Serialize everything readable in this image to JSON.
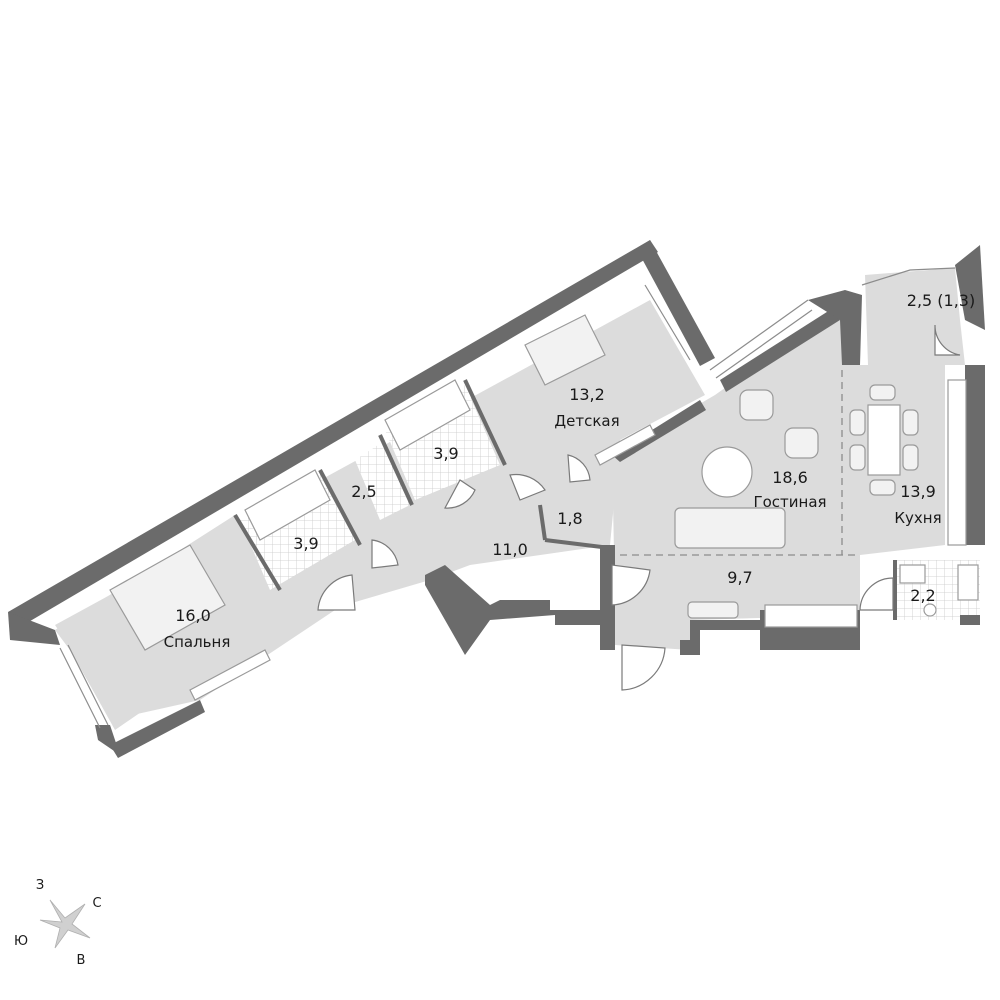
{
  "rooms": {
    "bedroom": {
      "area": "16,0",
      "name": "Спальня"
    },
    "bath_left": {
      "area": "3,9"
    },
    "wc_small": {
      "area": "2,5"
    },
    "bath_middle": {
      "area": "3,9"
    },
    "kids": {
      "area": "13,2",
      "name": "Детская"
    },
    "closet": {
      "area": "1,8"
    },
    "hall": {
      "area": "11,0"
    },
    "living": {
      "area": "18,6",
      "name": "Гостиная"
    },
    "corridor": {
      "area": "9,7"
    },
    "kitchen": {
      "area": "13,9",
      "name": "Кухня"
    },
    "balcony": {
      "area": "2,5 (1,3)"
    },
    "wc_right": {
      "area": "2,2"
    }
  },
  "compass": {
    "north": "С",
    "south": "Ю",
    "east": "В",
    "west": "З"
  },
  "colors": {
    "wall": "#6b6b6b",
    "floor": "#dcdcdc",
    "tile": "#ffffff",
    "line": "#8c8c8c"
  }
}
